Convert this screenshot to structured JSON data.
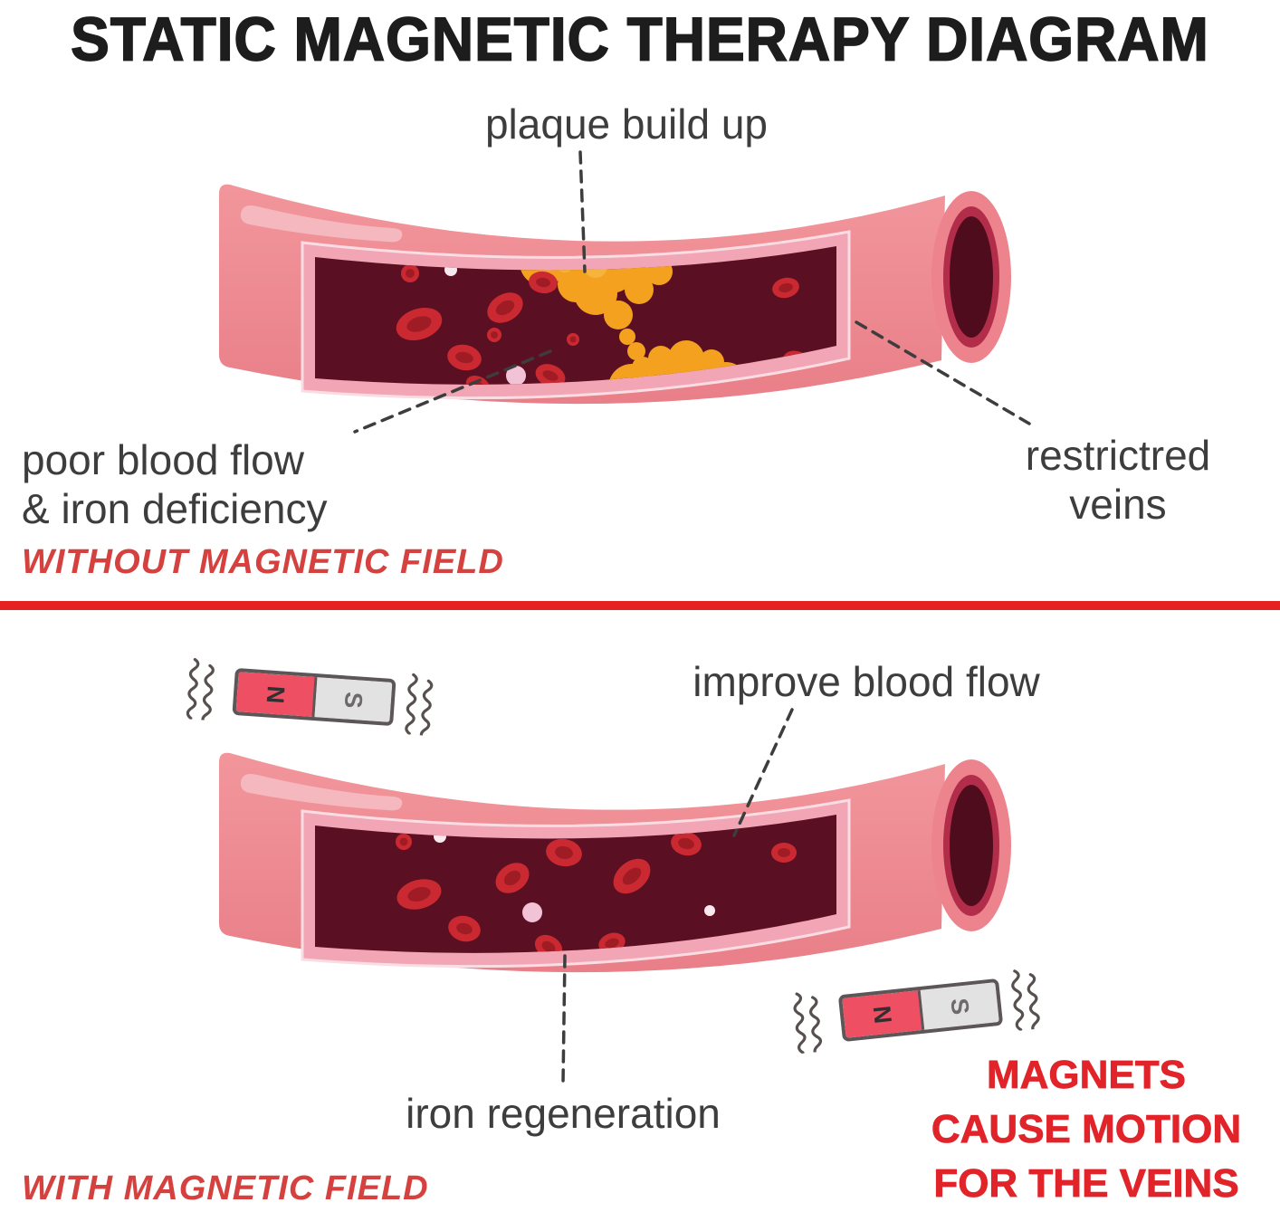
{
  "title": "STATIC MAGNETIC THERAPY DIAGRAM",
  "colors": {
    "title_black": "#1d1d1d",
    "label_gray": "#3d3d3d",
    "caption_red": "#d4413f",
    "note_red": "#e1242a",
    "divider_red": "#e32221",
    "vessel_outer_pink": "#f0939a",
    "vessel_lining_pink": "#f2a5b5",
    "vessel_interior_maroon": "#5a0f22",
    "blood_cell_red": "#ca2931",
    "plaque_orange": "#f3a11f",
    "magnet_north_red": "#ef4f63",
    "magnet_south_gray": "#e3e2e2"
  },
  "top_section": {
    "label_plaque": "plaque build up",
    "label_poor_blood_line1": "poor blood flow",
    "label_poor_blood_line2": "& iron deficiency",
    "label_restricted_line1": "restrictred",
    "label_restricted_line2": "veins",
    "caption": "WITHOUT MAGNETIC FIELD"
  },
  "bottom_section": {
    "label_improve": "improve blood flow",
    "label_iron": "iron regeneration",
    "caption": "WITH MAGNETIC FIELD",
    "note_lines": [
      "MAGNETS",
      "CAUSE MOTION",
      "FOR THE VEINS"
    ],
    "magnet": {
      "north": "N",
      "south": "S"
    }
  }
}
